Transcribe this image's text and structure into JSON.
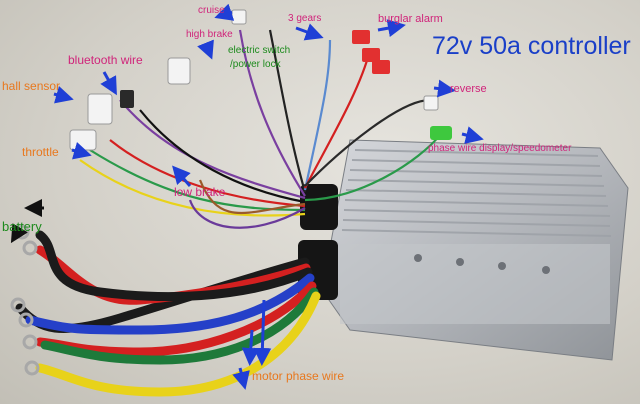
{
  "title": "72v 50a controller",
  "labels": {
    "cruise": "cruise",
    "high_brake": "high brake",
    "electric_switch_1": "electric switch",
    "electric_switch_2": "/power lock",
    "three_gears": "3 gears",
    "burglar_alarm": "burglar alarm",
    "bluetooth_wire": "bluetooth wire",
    "hall_sensor": "hall sensor",
    "reverse": "reverse",
    "phase_wire_display": "phase wire display/speedometer",
    "throttle": "throttle",
    "low_brake": "low brake",
    "battery": "battery",
    "motor_phase_wire": "motor phase wire"
  },
  "colors": {
    "pink_label": "#d0247a",
    "orange_label": "#e8781e",
    "green_label": "#1c8a1c",
    "title_blue": "#1a3fc8",
    "arrow_blue": "#1f3fd6",
    "wire_black": "#1b1b1b",
    "wire_red": "#d42020",
    "wire_blue": "#2540c8",
    "wire_green": "#1e7a3a",
    "wire_yellow": "#e8d21a",
    "controller_body": "#b9bcc0"
  }
}
